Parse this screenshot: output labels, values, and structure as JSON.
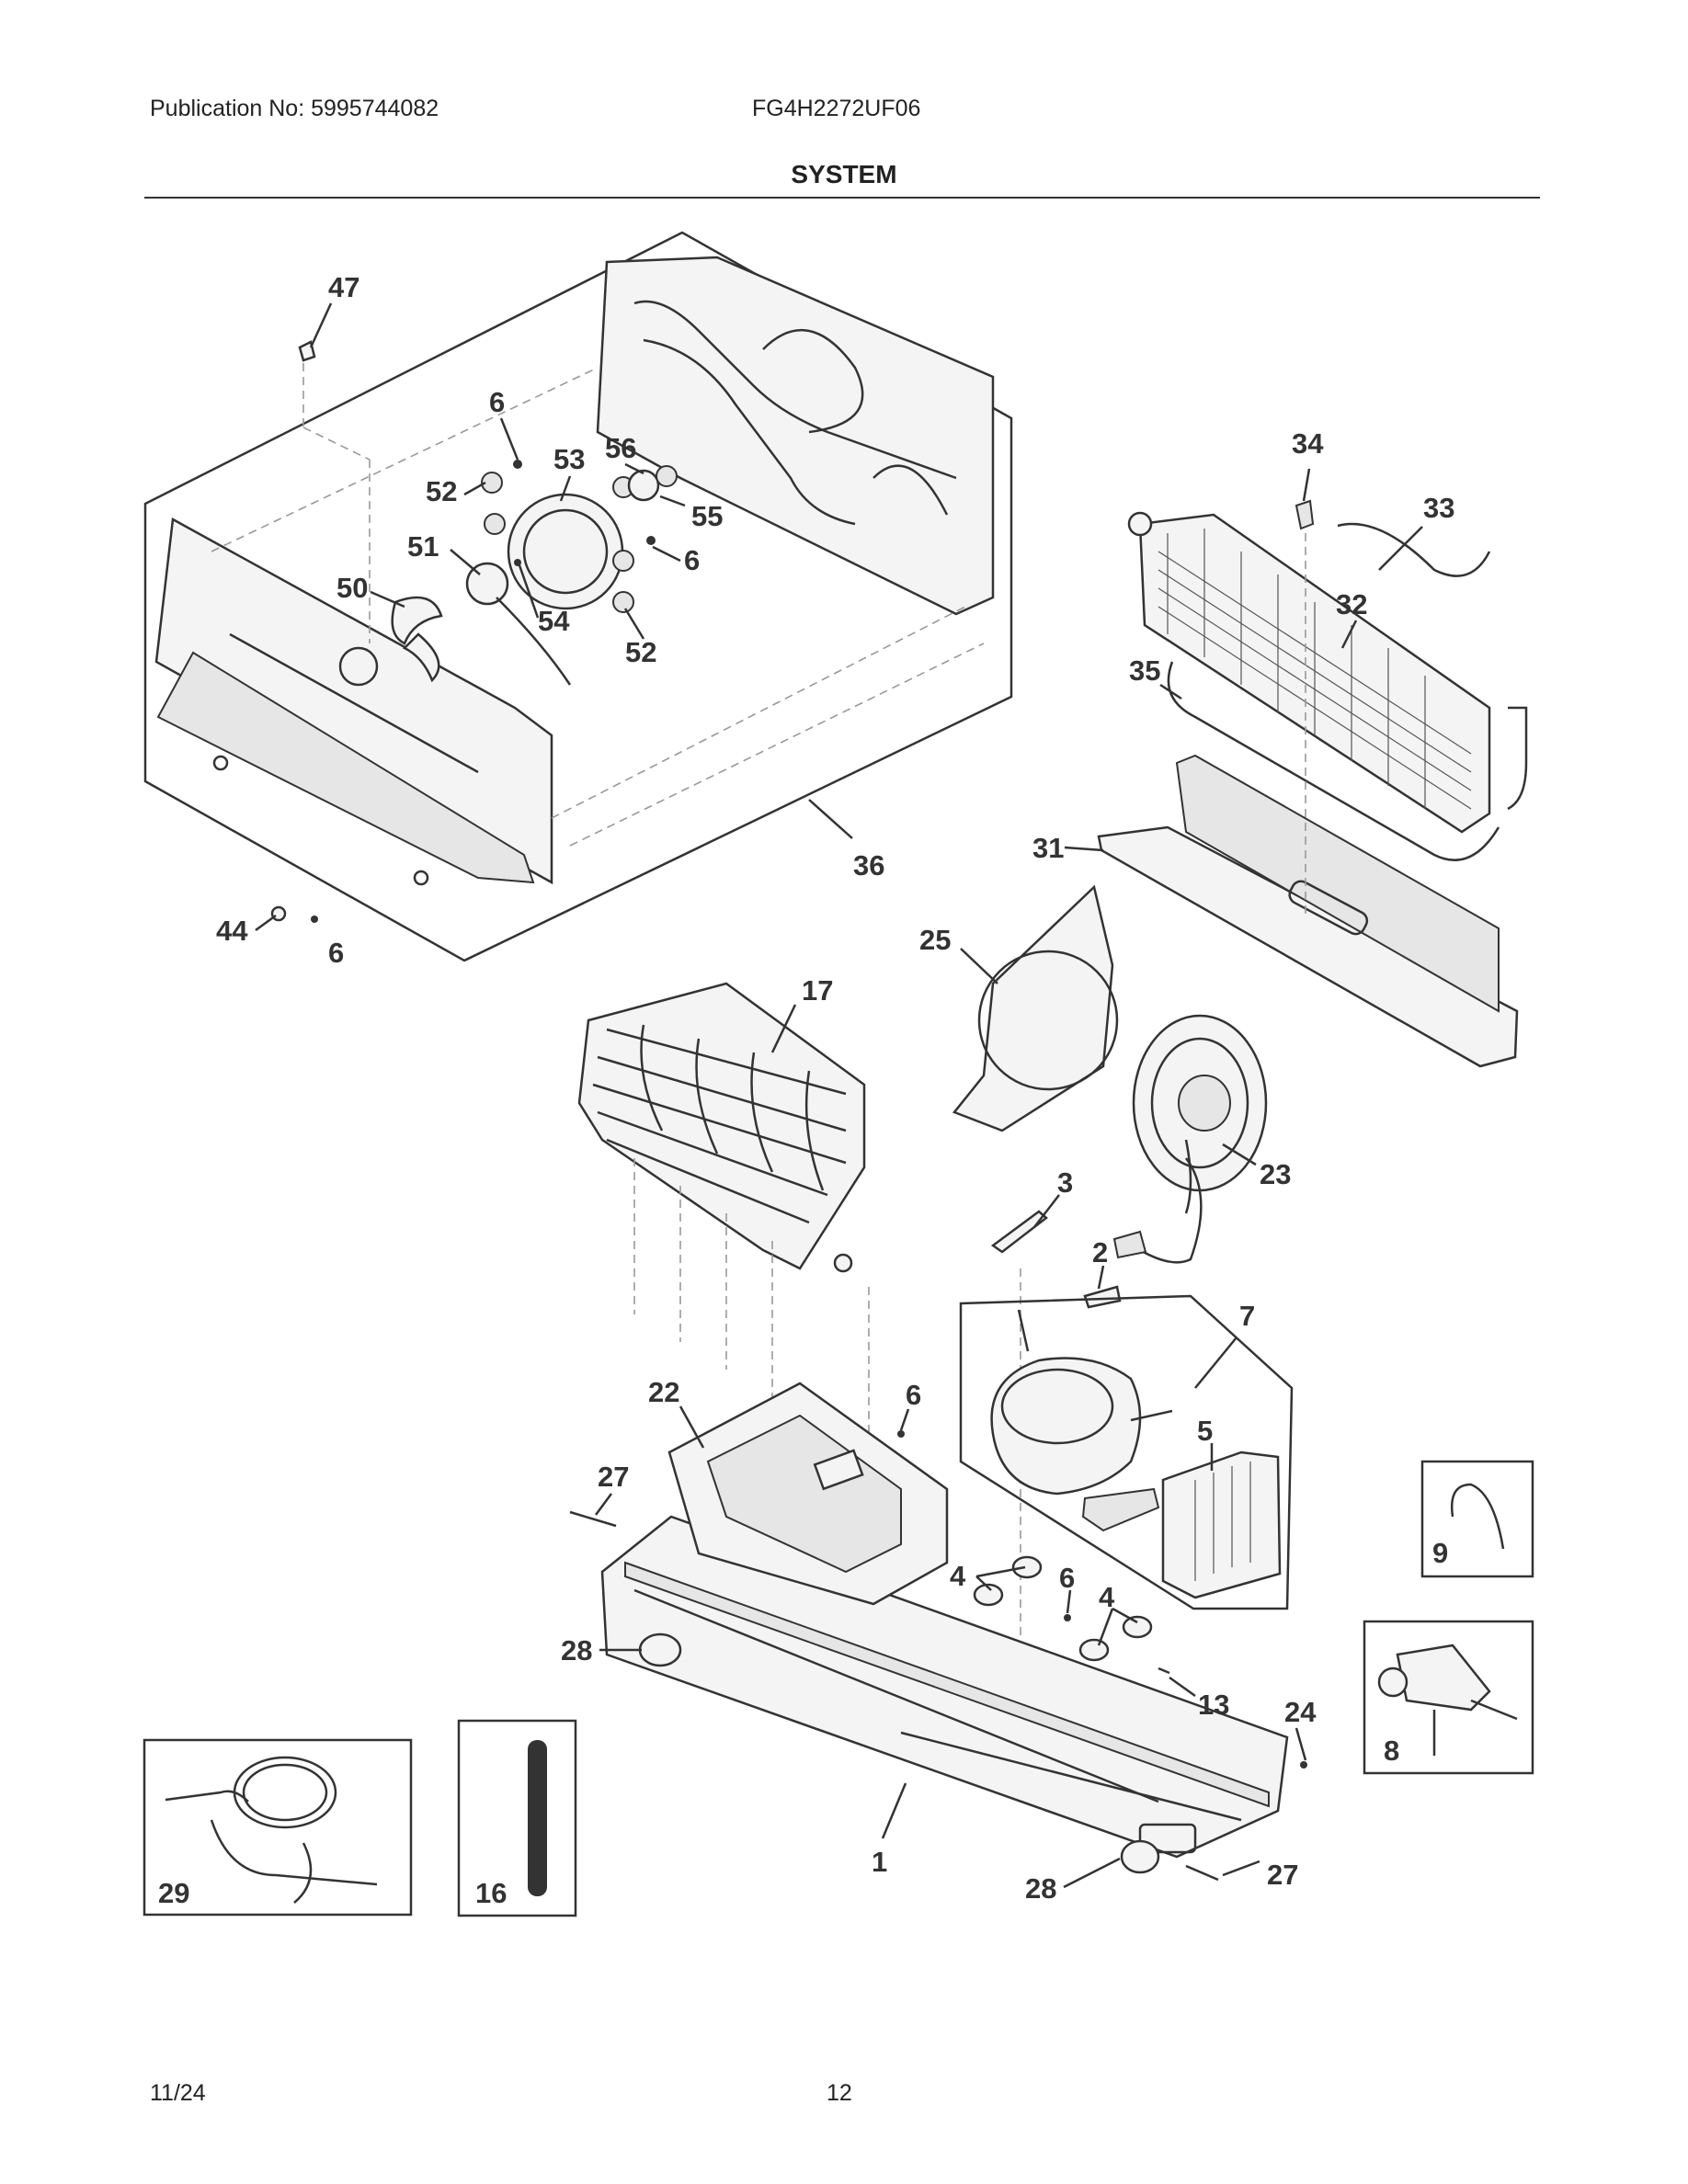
{
  "header": {
    "publication": "Publication No: 5995744082",
    "model": "FG4H2272UF06",
    "section_title": "SYSTEM"
  },
  "footer": {
    "date": "11/24",
    "page": "12"
  },
  "callouts": [
    "1",
    "2",
    "3",
    "4",
    "4",
    "5",
    "6",
    "6",
    "6",
    "6",
    "6",
    "7",
    "8",
    "9",
    "13",
    "16",
    "17",
    "22",
    "23",
    "24",
    "25",
    "27",
    "27",
    "28",
    "28",
    "29",
    "31",
    "32",
    "33",
    "34",
    "35",
    "36",
    "44",
    "47",
    "50",
    "51",
    "52",
    "52",
    "53",
    "54",
    "55",
    "56"
  ]
}
